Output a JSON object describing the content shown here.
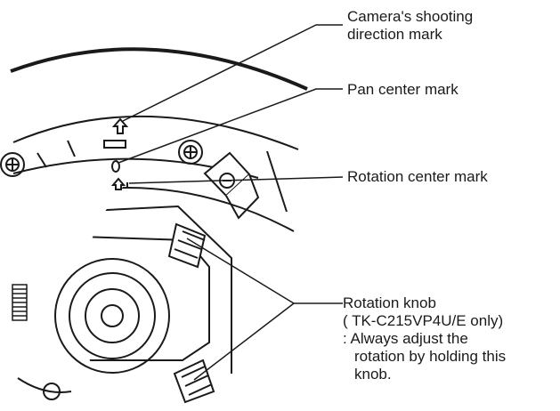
{
  "callouts": {
    "shooting_direction_mark": {
      "line1": "Camera's shooting",
      "line2": "direction mark"
    },
    "pan_center_mark": {
      "label": "Pan center mark"
    },
    "rotation_center_mark": {
      "label": "Rotation center mark"
    },
    "rotation_knob": {
      "line1": "Rotation knob",
      "line2": "( TK-C215VP4U/E only)",
      "line3": ": Always adjust the",
      "line4": "rotation by holding this",
      "line5": "knob."
    }
  },
  "colors": {
    "ink": "#1a1a1a",
    "background": "#ffffff"
  }
}
